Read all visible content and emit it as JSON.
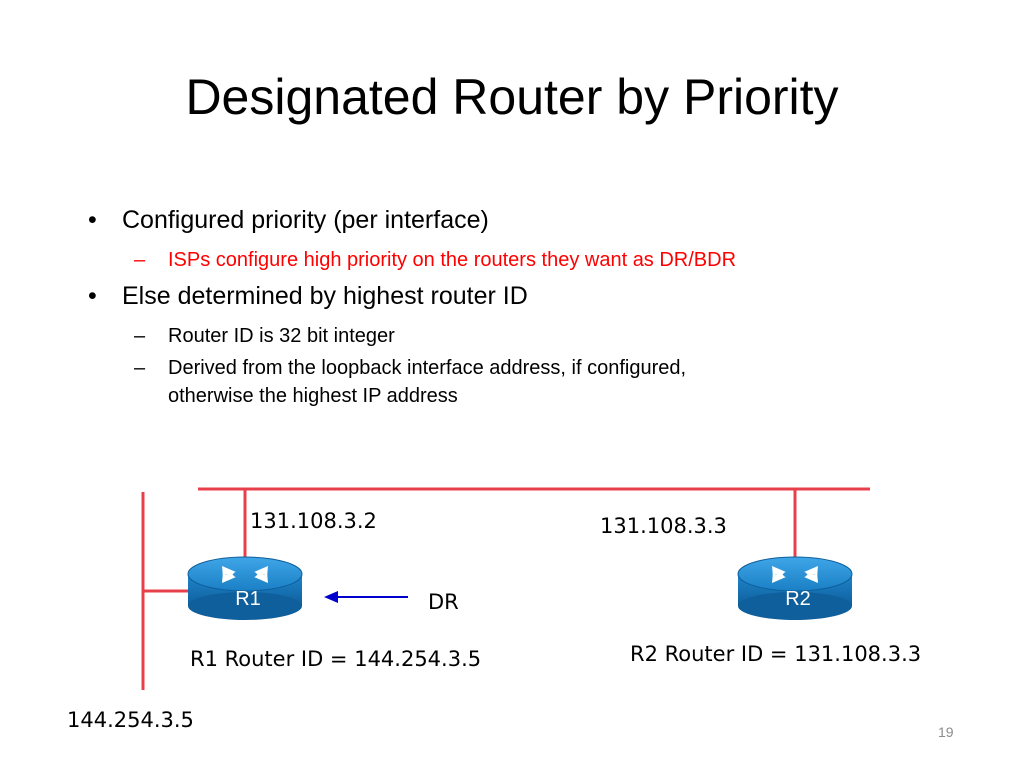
{
  "slide": {
    "title": "Designated Router by Priority",
    "page_number": "19"
  },
  "bullets": [
    {
      "symbol": "•",
      "text": "Configured priority (per interface)",
      "sub": [
        {
          "symbol": "–",
          "text": "ISPs configure high priority on the routers they want as DR/BDR",
          "color": "#ff0000"
        }
      ]
    },
    {
      "symbol": "•",
      "text": "Else determined by highest router ID",
      "sub": [
        {
          "symbol": "–",
          "text": "Router ID is 32 bit integer"
        },
        {
          "symbol": "–",
          "text": "Derived from the loopback interface address, if configured,",
          "text2": "otherwise the highest IP address"
        }
      ]
    }
  ],
  "diagram": {
    "link_color": "#e8404a",
    "router_color": "#1a7fc4",
    "arrow_color": "#0000cc",
    "r1": {
      "label": "R1",
      "ip": "131.108.3.2",
      "router_id_text": "R1 Router ID = 144.254.3.5",
      "side_ip": "144.254.3.5"
    },
    "r2": {
      "label": "R2",
      "ip": "131.108.3.3",
      "router_id_text": "R2 Router ID = 131.108.3.3"
    },
    "dr_label": "DR"
  }
}
